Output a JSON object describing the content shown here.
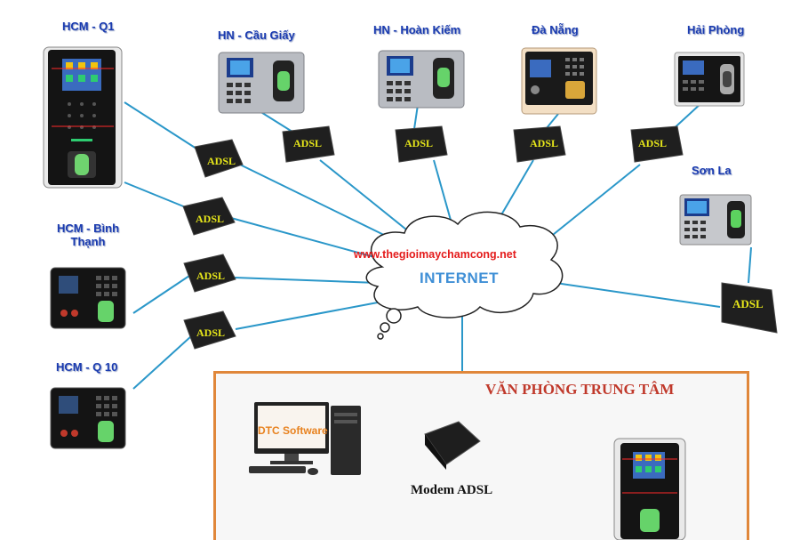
{
  "branches": {
    "hcm_q1": "HCM - Q1",
    "hn_cau_giay": "HN - Cầu Giấy",
    "hn_hoan_kiem": "HN - Hoàn Kiếm",
    "da_nang": "Đà Nẵng",
    "hai_phong": "Hải Phòng",
    "son_la": "Sơn La",
    "hcm_binh_thanh_line1": "HCM - Bình",
    "hcm_binh_thanh_line2": "Thạnh",
    "hcm_q10": "HCM - Q 10"
  },
  "modem_label": "ADSL",
  "cloud": {
    "title": "INTERNET",
    "website": "www.thegioimaychamcong.net"
  },
  "office": {
    "title": "VĂN PHÒNG TRUNG TÂM",
    "software_label": "DTC Software",
    "modem_caption": "Modem ADSL"
  },
  "colors": {
    "link": "#2a97c9",
    "office_link": "#3d4aa8",
    "office_border": "#e0873a",
    "label_blue": "#1a3bb0",
    "office_title": "#c0392b",
    "internet": "#3f8fd6",
    "website": "#e41b1b",
    "modem_text": "#e6e61a"
  }
}
